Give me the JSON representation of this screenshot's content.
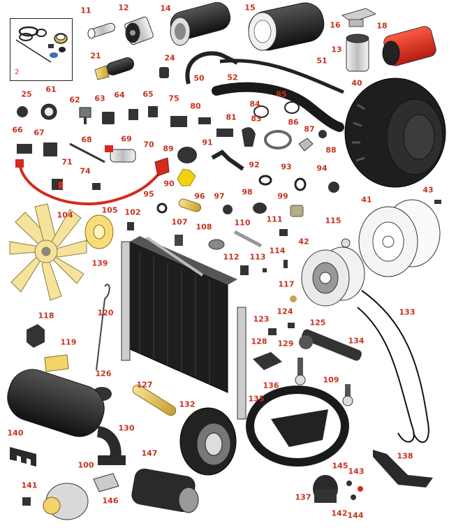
{
  "diagram": {
    "inset_label": "2",
    "callouts": [
      {
        "id": "c11",
        "label": "11"
      },
      {
        "id": "c12",
        "label": "12"
      },
      {
        "id": "c14",
        "label": "14"
      },
      {
        "id": "c15",
        "label": "15"
      },
      {
        "id": "c16",
        "label": "16"
      },
      {
        "id": "c18",
        "label": "18"
      },
      {
        "id": "c13",
        "label": "13"
      },
      {
        "id": "c21",
        "label": "21"
      },
      {
        "id": "c24",
        "label": "24"
      },
      {
        "id": "c50",
        "label": "50"
      },
      {
        "id": "c52",
        "label": "52"
      },
      {
        "id": "c51",
        "label": "51"
      },
      {
        "id": "c40",
        "label": "40"
      },
      {
        "id": "c25",
        "label": "25"
      },
      {
        "id": "c61",
        "label": "61"
      },
      {
        "id": "c62",
        "label": "62"
      },
      {
        "id": "c63",
        "label": "63"
      },
      {
        "id": "c64",
        "label": "64"
      },
      {
        "id": "c65",
        "label": "65"
      },
      {
        "id": "c75",
        "label": "75"
      },
      {
        "id": "c80",
        "label": "80"
      },
      {
        "id": "c81",
        "label": "81"
      },
      {
        "id": "c84",
        "label": "84"
      },
      {
        "id": "c85",
        "label": "85"
      },
      {
        "id": "c83",
        "label": "83"
      },
      {
        "id": "c86",
        "label": "86"
      },
      {
        "id": "c87",
        "label": "87"
      },
      {
        "id": "c88",
        "label": "88"
      },
      {
        "id": "c66",
        "label": "66"
      },
      {
        "id": "c67",
        "label": "67"
      },
      {
        "id": "c68",
        "label": "68"
      },
      {
        "id": "c69",
        "label": "69"
      },
      {
        "id": "c70",
        "label": "70"
      },
      {
        "id": "c89",
        "label": "89"
      },
      {
        "id": "c91",
        "label": "91"
      },
      {
        "id": "c71",
        "label": "71"
      },
      {
        "id": "c74",
        "label": "74"
      },
      {
        "id": "c90",
        "label": "90"
      },
      {
        "id": "c92",
        "label": "92"
      },
      {
        "id": "c93",
        "label": "93"
      },
      {
        "id": "c94",
        "label": "94"
      },
      {
        "id": "c95",
        "label": "95"
      },
      {
        "id": "c96",
        "label": "96"
      },
      {
        "id": "c97",
        "label": "97"
      },
      {
        "id": "c98",
        "label": "98"
      },
      {
        "id": "c99",
        "label": "99"
      },
      {
        "id": "c43",
        "label": "43"
      },
      {
        "id": "c104",
        "label": "104"
      },
      {
        "id": "c105",
        "label": "105"
      },
      {
        "id": "c102",
        "label": "102"
      },
      {
        "id": "c107",
        "label": "107"
      },
      {
        "id": "c108",
        "label": "108"
      },
      {
        "id": "c110",
        "label": "110"
      },
      {
        "id": "c111",
        "label": "111"
      },
      {
        "id": "c41",
        "label": "41"
      },
      {
        "id": "c115",
        "label": "115"
      },
      {
        "id": "c42",
        "label": "42"
      },
      {
        "id": "c112",
        "label": "112"
      },
      {
        "id": "c113",
        "label": "113"
      },
      {
        "id": "c114",
        "label": "114"
      },
      {
        "id": "c139",
        "label": "139"
      },
      {
        "id": "c117",
        "label": "117"
      },
      {
        "id": "c120",
        "label": "120"
      },
      {
        "id": "c118",
        "label": "118"
      },
      {
        "id": "c124",
        "label": "124"
      },
      {
        "id": "c133",
        "label": "133"
      },
      {
        "id": "c123",
        "label": "123"
      },
      {
        "id": "c125",
        "label": "125"
      },
      {
        "id": "c134",
        "label": "134"
      },
      {
        "id": "c119",
        "label": "119"
      },
      {
        "id": "c128",
        "label": "128"
      },
      {
        "id": "c129",
        "label": "129"
      },
      {
        "id": "c126",
        "label": "126"
      },
      {
        "id": "c109",
        "label": "109"
      },
      {
        "id": "c127",
        "label": "127"
      },
      {
        "id": "c136",
        "label": "136"
      },
      {
        "id": "c135",
        "label": "135"
      },
      {
        "id": "c132",
        "label": "132"
      },
      {
        "id": "c140",
        "label": "140"
      },
      {
        "id": "c130",
        "label": "130"
      },
      {
        "id": "c147",
        "label": "147"
      },
      {
        "id": "c100",
        "label": "100"
      },
      {
        "id": "c138",
        "label": "138"
      },
      {
        "id": "c145",
        "label": "145"
      },
      {
        "id": "c143",
        "label": "143"
      },
      {
        "id": "c141",
        "label": "141"
      },
      {
        "id": "c146",
        "label": "146"
      },
      {
        "id": "c137",
        "label": "137"
      },
      {
        "id": "c142",
        "label": "142"
      },
      {
        "id": "c144",
        "label": "144"
      }
    ]
  },
  "colors": {
    "callout_text": "#c8311f",
    "part_dark": "#2b2b2b",
    "part_gray": "#9a9a9a",
    "part_light": "#e6e6e6",
    "accent_red": "#d52a1c",
    "accent_yellow": "#f2d46a",
    "fan_yellow": "#f5e39b"
  }
}
